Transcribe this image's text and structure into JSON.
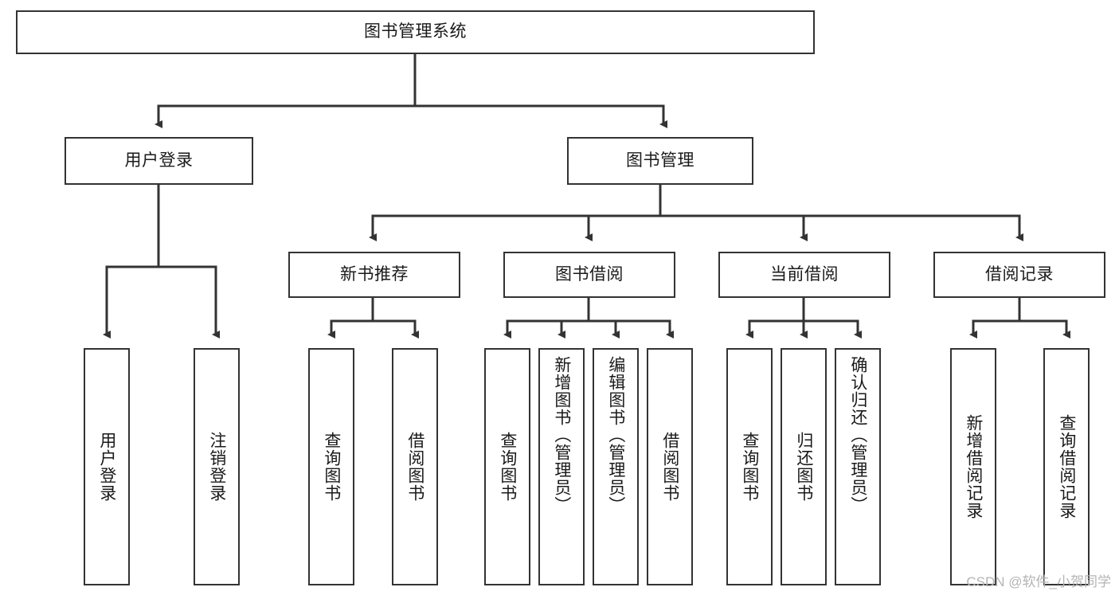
{
  "diagram": {
    "title": "图书管理系统",
    "type": "tree-hierarchy",
    "theme": {
      "background": "#ffffff",
      "node_border": "#333333",
      "node_fill": "#ffffff",
      "edge_color": "#333333",
      "text_color": "#1a1a1a",
      "watermark_color": "#b4b4b4"
    },
    "root": {
      "label": "图书管理系统"
    },
    "level1": [
      {
        "label": "用户登录"
      },
      {
        "label": "图书管理"
      }
    ],
    "level2": [
      {
        "label": "新书推荐"
      },
      {
        "label": "图书借阅"
      },
      {
        "label": "当前借阅"
      },
      {
        "label": "借阅记录"
      }
    ],
    "leaves": {
      "user_login": [
        {
          "label": "用户登录"
        },
        {
          "label": "注销登录"
        }
      ],
      "new_book_recommend": [
        {
          "label": "查询图书"
        },
        {
          "label": "借阅图书"
        }
      ],
      "book_borrow": [
        {
          "label": "查询图书"
        },
        {
          "label": "新增图书（管理员）"
        },
        {
          "label": "编辑图书（管理员）"
        },
        {
          "label": "借阅图书"
        }
      ],
      "current_borrow": [
        {
          "label": "查询图书"
        },
        {
          "label": "归还图书"
        },
        {
          "label": "确认归还（管理员）"
        }
      ],
      "borrow_record": [
        {
          "label": "新增借阅记录"
        },
        {
          "label": "查询借阅记录"
        }
      ]
    }
  },
  "watermark": {
    "text": "CSDN @软件_小贺同学"
  }
}
